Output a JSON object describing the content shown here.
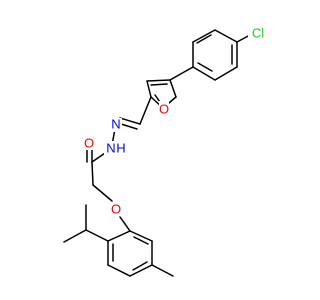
{
  "figure": {
    "type": "chemical-structure",
    "colors": {
      "carbon_bond": "#000000",
      "oxygen": "#ff0000",
      "nitrogen": "#0000ff",
      "chlorine": "#1fcc1f",
      "background": "#ffffff"
    },
    "atom_labels": {
      "cl": "Cl",
      "o_furan": "O",
      "n1": "N",
      "n2": "N",
      "nh_h": "H",
      "o_carbonyl": "O",
      "o_ether": "O"
    }
  }
}
